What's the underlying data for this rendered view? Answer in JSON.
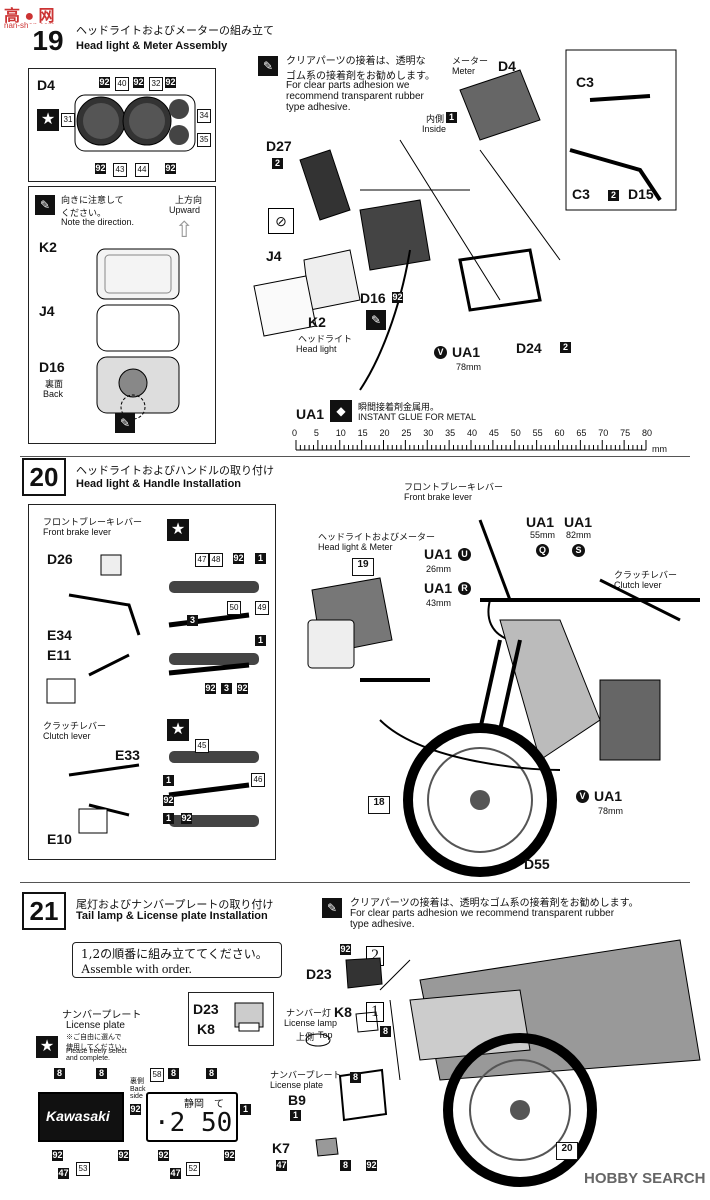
{
  "watermark_top": "nan-shan.com",
  "watermark_bottom": "HOBBY SEARCH",
  "steps": {
    "s19": {
      "number": "19",
      "title_jp": "ヘッドライトおよびメーターの組み立て",
      "title_en": "Head light & Meter Assembly",
      "note_jp": "クリアパーツの接着は、透明な\nゴム系の接着剤をお勧めします。",
      "note_en": "For clear parts adhesion we\nrecommend transparent rubber\ntype adhesive.",
      "meter_label_jp": "メーター",
      "meter_label_en": "Meter",
      "inside_jp": "内側",
      "inside_en": "Inside",
      "direction_jp": "向きに注意して\nください。",
      "direction_en": "Note the direction.",
      "upward_jp": "上方向",
      "upward_en": "Upward",
      "back_jp": "裏面",
      "back_en": "Back",
      "headlight_jp": "ヘッドライト",
      "headlight_en": "Head light",
      "ua1_label": "UA1",
      "ua1_len": "78mm",
      "glue_jp": "瞬間接着剤金属用。",
      "glue_en": "INSTANT GLUE  FOR METAL",
      "ruler_ticks": [
        "0",
        "5",
        "10",
        "15",
        "20",
        "25",
        "30",
        "35",
        "40",
        "45",
        "50",
        "55",
        "60",
        "65",
        "70",
        "75",
        "80"
      ],
      "ruler_unit": "mm",
      "parts": {
        "D4": "D4",
        "D27": "D27",
        "J4": "J4",
        "K2": "K2",
        "D16": "D16",
        "C3": "C3",
        "D15": "D15",
        "D24": "D24"
      },
      "callouts": {
        "n92": "92",
        "n40": "40",
        "n32": "32",
        "n31": "31",
        "n34": "34",
        "n35": "35",
        "n43": "43",
        "n44": "44",
        "n1": "1",
        "n2": "2"
      }
    },
    "s20": {
      "number": "20",
      "title_jp": "ヘッドライトおよびハンドルの取り付け",
      "title_en": "Head light & Handle Installation",
      "front_brake_jp": "フロントブレーキレバー",
      "front_brake_en": "Front brake lever",
      "clutch_jp": "クラッチレバー",
      "clutch_en": "Clutch lever",
      "hl_meter_jp": "ヘッドライトおよびメーター",
      "hl_meter_en": "Head light & Meter",
      "parts": {
        "D26": "D26",
        "E34": "E34",
        "E11": "E11",
        "E33": "E33",
        "E10": "E10",
        "D55": "D55"
      },
      "ua": [
        {
          "code": "UA1",
          "mark": "U",
          "len": "26mm"
        },
        {
          "code": "UA1",
          "mark": "R",
          "len": "43mm"
        },
        {
          "code": "UA1",
          "mark": "Q",
          "len": "55mm"
        },
        {
          "code": "UA1",
          "mark": "S",
          "len": "82mm"
        },
        {
          "code": "UA1",
          "mark": "V",
          "len": "78mm"
        }
      ],
      "callouts": {
        "n47": "47",
        "n48": "48",
        "n92": "92",
        "n1": "1",
        "n50": "50",
        "n49": "49",
        "n3": "3",
        "n45": "45",
        "n46": "46",
        "n18": "18",
        "n19": "19"
      }
    },
    "s21": {
      "number": "21",
      "title_jp": "尾灯およびナンバープレートの取り付け",
      "title_en": "Tail lamp & License plate Installation",
      "note_jp": "クリアパーツの接着は、透明なゴム系の接着剤をお勧めします。",
      "note_en": "For clear parts adhesion we recommend transparent rubber\ntype adhesive.",
      "order_jp": "1,2の順番に組み立ててください。",
      "order_en": "Assemble with order.",
      "plate_jp": "ナンバープレート",
      "plate_en": "License plate",
      "select_jp": "※ご自由に選んで\n使用してください。",
      "select_en": "Please freely select\nand complete.",
      "back_side_jp": "裏側",
      "back_side_en": "Back\nside",
      "lamp_jp": "ナンバー灯",
      "lamp_en": "License lamp",
      "top_jp": "上側",
      "top_en": "Top",
      "plate2_jp": "ナンバープレート",
      "plate2_en": "License plate",
      "kawasaki": "Kawasaki",
      "plate_city": "静岡",
      "plate_kana": "て",
      "plate_num": "·2 50",
      "parts": {
        "D23": "D23",
        "K8": "K8",
        "B9": "B9",
        "K7": "K7"
      },
      "callouts": {
        "n8": "8",
        "n92": "92",
        "n47": "47",
        "n53": "53",
        "n58": "58",
        "n52": "52",
        "n1": "1",
        "n2": "2",
        "n20": "20"
      }
    }
  }
}
